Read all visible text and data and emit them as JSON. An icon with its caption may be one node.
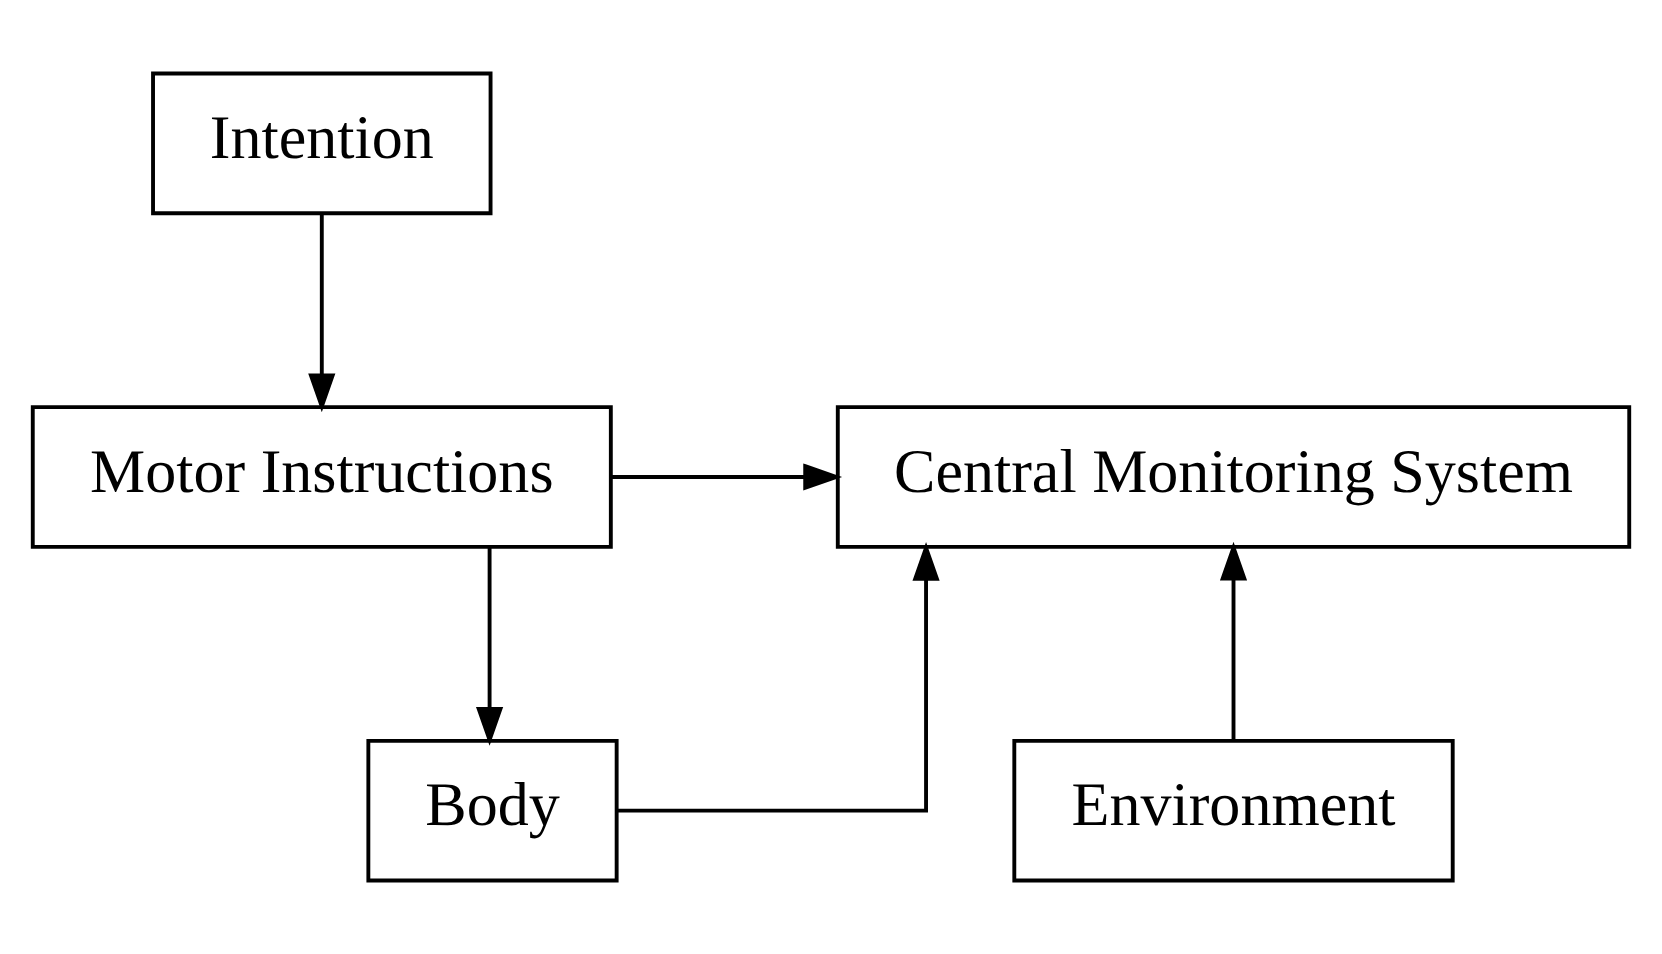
{
  "diagram": {
    "nodes": [
      {
        "text": [
          "Intention"
        ]
      },
      {
        "text": [
          "Motor Instructions"
        ]
      },
      {
        "text": [
          "Central Monitoring System"
        ]
      },
      {
        "text": [
          "Body"
        ]
      },
      {
        "text": [
          "Environment"
        ]
      }
    ],
    "edges": [
      {
        "from": 0,
        "to": 1,
        "arrow": "to"
      },
      {
        "from": 1,
        "to": 2,
        "arrow": "to"
      },
      {
        "from": 1,
        "to": 3,
        "arrow": "to"
      },
      {
        "from": 3,
        "to": 2,
        "arrow": "to"
      },
      {
        "from": 4,
        "to": 2,
        "arrow": "to"
      }
    ]
  }
}
